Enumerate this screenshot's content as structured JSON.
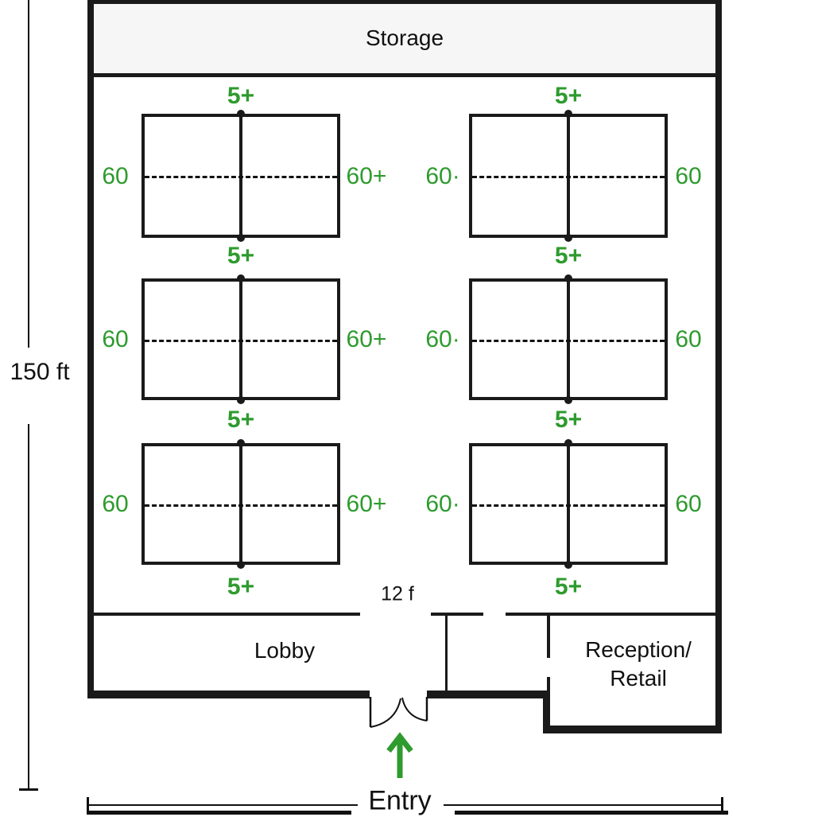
{
  "colors": {
    "wall": "#1a1a1a",
    "accent_green": "#2e9b2e",
    "storage_fill": "#f6f6f6"
  },
  "rooms": {
    "storage": "Storage",
    "lobby": "Lobby",
    "reception_line1": "Reception/",
    "reception_line2": "Retail",
    "entry": "Entry"
  },
  "dimensions": {
    "building_height": "150 ft",
    "entry_door_width": "12 f"
  },
  "court_grid": {
    "net_label": "5+",
    "columns": [
      {
        "left_label": "60",
        "right_label": "60+"
      },
      {
        "left_label": "60·",
        "right_label": "60"
      }
    ]
  },
  "icons": {
    "entry_arrow": "up-arrow",
    "entry_door": "double-door-swing"
  }
}
